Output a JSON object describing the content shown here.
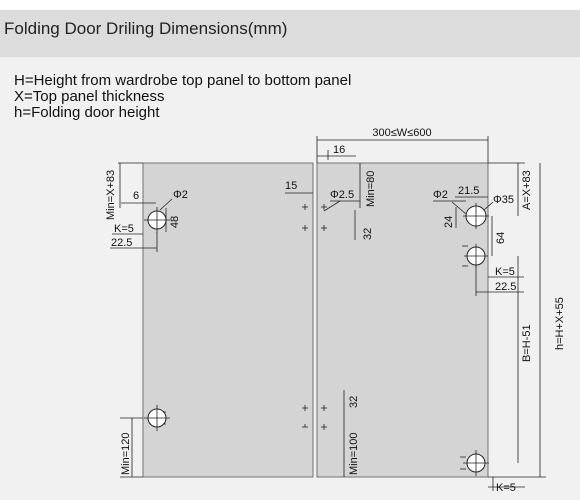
{
  "header": {
    "title": "Folding Door Driling Dimensions(mm)"
  },
  "legend": [
    "H=Height from wardrobe top panel to bottom panel",
    "X=Top panel thickness",
    "h=Folding door height"
  ],
  "dimensions": {
    "width_range": "300≤W≤600",
    "left_min_top": "Min=X+83",
    "left_6": "6",
    "left_phi2": "Φ2",
    "left_48": "48",
    "left_k5": "K=5",
    "left_22_5": "22.5",
    "left_min_bottom": "Min=120",
    "mid_16": "16",
    "mid_15": "15",
    "mid_phi2_5": "Φ2.5",
    "mid_min80": "Min=80",
    "mid_32_top": "32",
    "mid_32_bottom": "32",
    "mid_min100": "Min=100",
    "right_phi2": "Φ2",
    "right_21_5": "21.5",
    "right_phi35": "Φ35",
    "right_a": "A=X+83",
    "right_24": "24",
    "right_64": "64",
    "right_k5": "K=5",
    "right_22_5": "22.5",
    "right_b": "B=H-51",
    "right_h": "h=H+X+55",
    "right_k5_bottom": "K=5"
  },
  "colors": {
    "header_bg": "#dcdcdc",
    "panel_bg": "#f1f1f1",
    "door_fill": "#d4d4d4",
    "line": "#222222"
  }
}
